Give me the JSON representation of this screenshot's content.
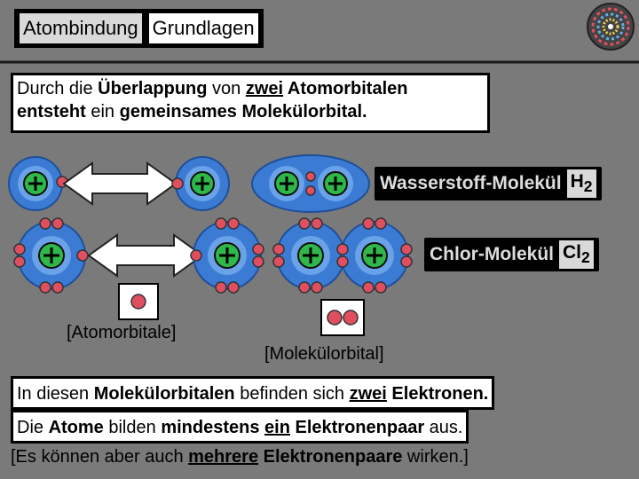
{
  "title": {
    "part1": "Atombindung",
    "part2": "Grundlagen"
  },
  "intro": {
    "w1": "Durch die ",
    "w2": "Überlappung",
    "w3": " von ",
    "w4": "zwei",
    "w5": " Atomorbitalen",
    "w6": "entsteht",
    "w7": " ein ",
    "w8": "gemeinsames",
    "w9": " Molekülorbital."
  },
  "tags": {
    "hydrogen": {
      "label": "Wasserstoff-Molekül",
      "formula": "H",
      "sub": "2"
    },
    "chlorine": {
      "label": "Chlor-Molekül",
      "formula": "Cl",
      "sub": "2"
    }
  },
  "captions": {
    "atom": "[Atomorbitale]",
    "molecule": "[Molekülorbital]"
  },
  "sentences": {
    "s1": {
      "a": "In diesen ",
      "b": "Molekülorbitalen",
      "c": " befinden sich ",
      "d": "zwei",
      "e": " Elektronen."
    },
    "s2": {
      "a": "Die ",
      "b": "Atome",
      "c": " bilden ",
      "d": "mindestens",
      "e": " ",
      "f": "ein",
      "g": " ",
      "h": "Elektronenpaar",
      "i": " aus."
    },
    "s3": {
      "a": "[Es können aber auch ",
      "b": "mehrere",
      "c": " ",
      "d": "Elektronenpaare",
      "e": " wirken.]"
    }
  },
  "colors": {
    "background": "#7a7a7a",
    "atom_outer": "#3b7bd4",
    "atom_inner": "#6aa2e8",
    "nucleus": "#2fb84a",
    "electron": "#e04f5f",
    "highlight": "#d9d9d9"
  },
  "icons": {
    "logo": "mandala-logo-icon"
  }
}
